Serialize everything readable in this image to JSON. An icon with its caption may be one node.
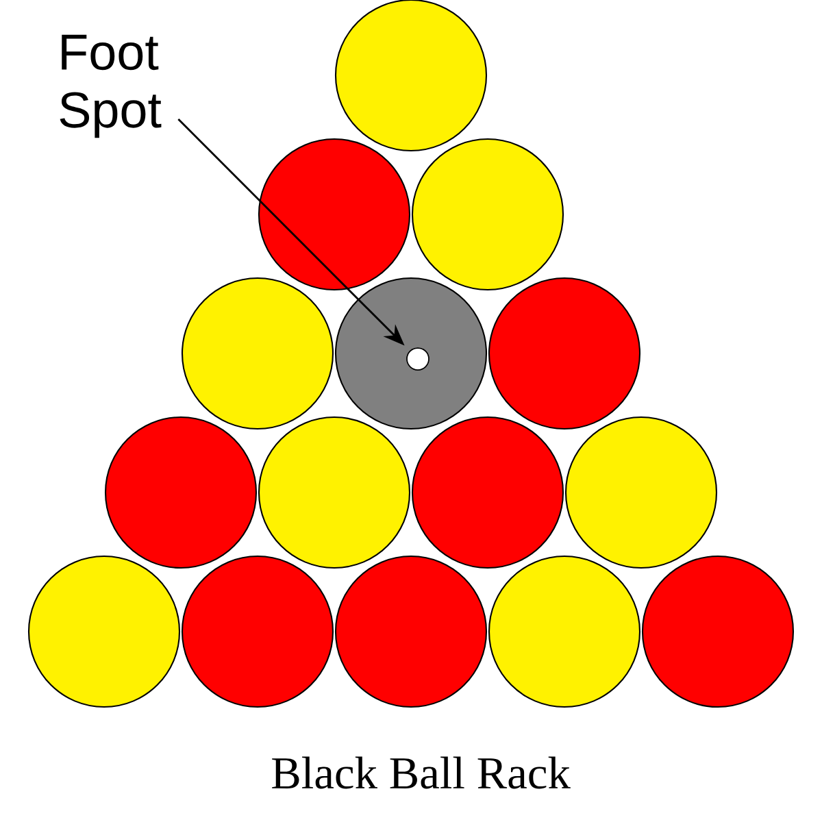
{
  "diagram": {
    "caption": "Black Ball Rack",
    "nodes": [
      {
        "text": [
          "Foot Spot"
        ]
      },
      {
        "text": [],
        "shape": "circle"
      }
    ],
    "edges": [
      {
        "from": 0,
        "to": 1,
        "arrow": "to"
      }
    ]
  }
}
